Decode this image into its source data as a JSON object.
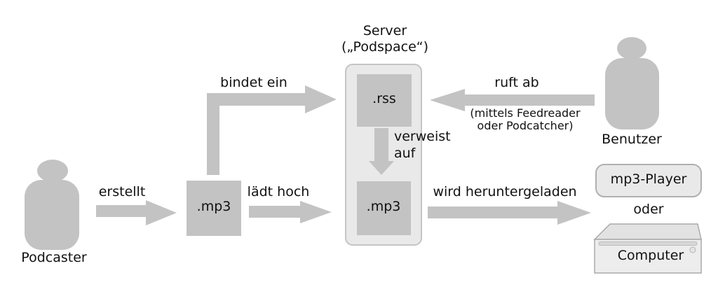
{
  "diagram": {
    "server": {
      "title_line1": "Server",
      "title_line2": "(„Podspace“)",
      "rss_label": ".rss",
      "mp3_label": ".mp3"
    },
    "podcaster": {
      "label": "Podcaster"
    },
    "benutzer": {
      "label": "Benutzer"
    },
    "mp3_file": {
      "label": ".mp3"
    },
    "devices": {
      "mp3_player_label": "mp3-Player",
      "or_label": "oder",
      "computer_label": "Computer"
    },
    "edges": {
      "erstellt": "erstellt",
      "bindet_ein": "bindet ein",
      "laedt_hoch": "lädt hoch",
      "verweist_auf_line1": "verweist",
      "verweist_auf_line2": "auf",
      "ruft_ab": "ruft ab",
      "ruft_ab_note_line1": "(mittels Feedreader",
      "ruft_ab_note_line2": "oder Podcatcher)",
      "wird_heruntergeladen": "wird heruntergeladen"
    },
    "colors": {
      "shape_gray": "#c3c3c3",
      "container_fill": "#e9e9e9",
      "container_stroke": "#c4c4c4",
      "device_fill": "#e9e9e9",
      "device_stroke": "#b0b0b0",
      "computer_top_fill": "#e2e2e2",
      "computer_front_fill": "#ededed",
      "text_color": "#111111"
    }
  }
}
